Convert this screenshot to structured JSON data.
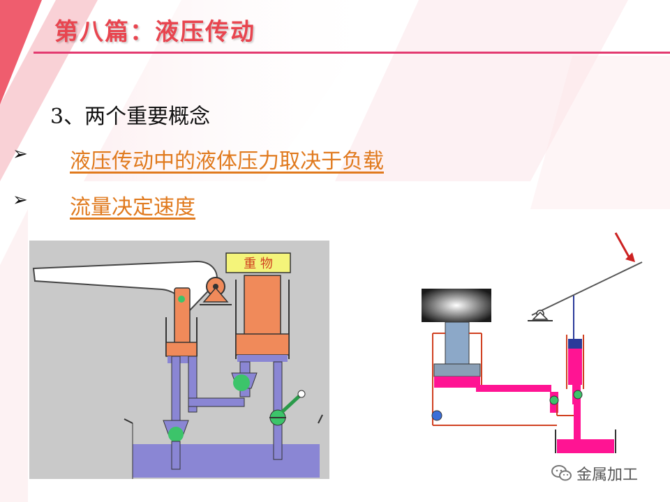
{
  "slide": {
    "title": "第八篇：液压传动",
    "subtitle": "3、两个重要概念",
    "bullets": [
      {
        "marker": "➢",
        "text": "液压传动中的液体压力取决于负载"
      },
      {
        "marker": "➢",
        "text": "流量决定速度"
      }
    ]
  },
  "diagram_left": {
    "weight_label": "重 物"
  },
  "watermark": {
    "text": "金属加工",
    "icon": "wechat-icon"
  },
  "colors": {
    "title": "#e8454f",
    "accent_rule": "#e33a70",
    "bullet_text": "#e07a1e",
    "piston_orange": "#f08a5a",
    "fluid_blue": "#8a86d4",
    "valve_green": "#3cc46a",
    "magenta_fluid": "#ff1493",
    "arrow_red": "#cc2222"
  }
}
